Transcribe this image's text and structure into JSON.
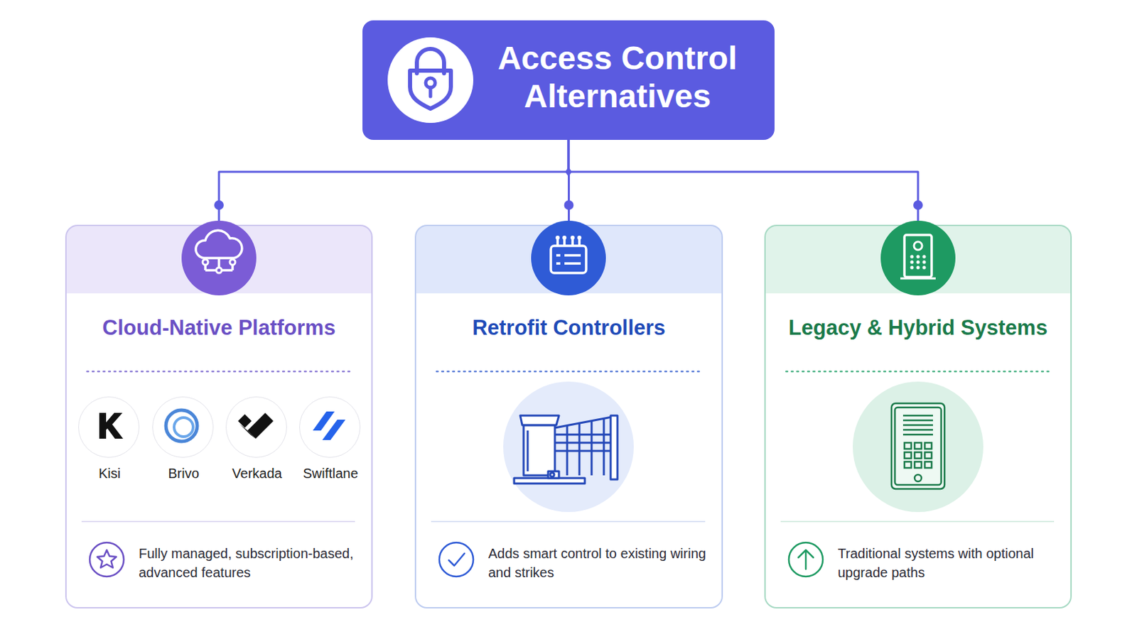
{
  "diagram": {
    "nodes": [
      {
        "text": [
          "Access Control Alternatives"
        ]
      },
      {
        "text": [
          "Cloud-Native Platforms",
          "Fully managed, subscription-based, advanced features"
        ]
      },
      {
        "text": [
          "Kisi"
        ],
        "in": 1
      },
      {
        "text": [
          "Brivo"
        ],
        "in": 1
      },
      {
        "text": [
          "Verkada"
        ],
        "in": 1
      },
      {
        "text": [
          "Swiftlane"
        ],
        "in": 1
      },
      {
        "text": [
          "Retrofit Controllers",
          "Adds smart control to existing wiring and strikes"
        ]
      },
      {
        "text": [
          "Legacy & Hybrid Systems",
          "Traditional systems with optional upgrade paths"
        ]
      }
    ],
    "edges": [
      {
        "from": 0,
        "to": 1,
        "arrow": "none"
      },
      {
        "from": 0,
        "to": 6,
        "arrow": "none"
      },
      {
        "from": 0,
        "to": 7,
        "arrow": "none"
      }
    ]
  }
}
